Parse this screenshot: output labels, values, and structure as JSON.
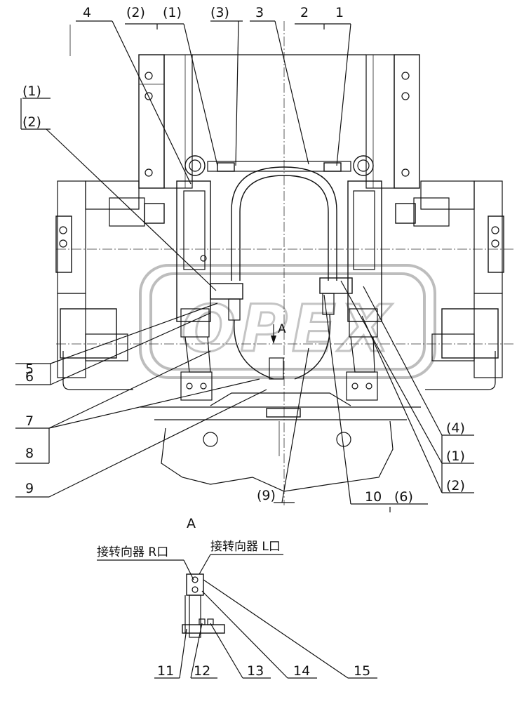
{
  "labels_top": {
    "p4": "4",
    "p2_paren_1": "(2)",
    "p1_paren_1": "(1)",
    "p3_paren": "(3)",
    "p3": "3",
    "p2": "2",
    "p1": "1"
  },
  "labels_left": {
    "p1_paren": "(1)",
    "p2_paren": "(2)",
    "p5": "5",
    "p6": "6",
    "p7": "7",
    "p8": "8",
    "p9": "9"
  },
  "labels_right": {
    "p4_paren": "(4)",
    "p1_paren": "(1)",
    "p2_paren": "(2)"
  },
  "labels_bottom": {
    "p9_paren": "(9)",
    "p10": "10",
    "p6_paren": "(6)",
    "view_a_marker": "A"
  },
  "view_a": {
    "title": "A",
    "port_r": "接转向器 R口",
    "port_l": "接转向器 L口",
    "p11": "11",
    "p12": "12",
    "p13": "13",
    "p14": "14",
    "p15": "15"
  },
  "watermark": {
    "text": "OPEX"
  }
}
